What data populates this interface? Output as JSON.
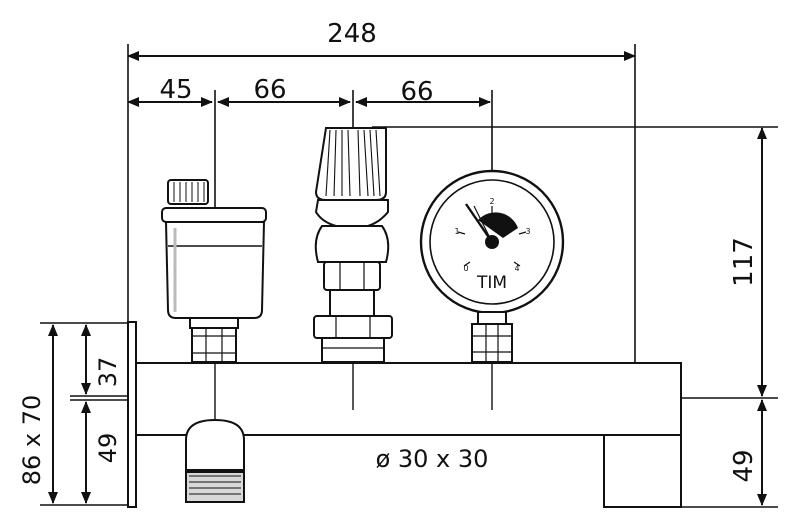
{
  "dimensions": {
    "overall_width": "248",
    "left_spacing": "45",
    "middle_spacing": "66",
    "right_spacing": "66",
    "overall_height": "117",
    "block_height": "49",
    "bracket_size": "86 x 70",
    "bracket_upper": "37",
    "bracket_lower": "49",
    "tube": "ø 30 x 30"
  },
  "gauge": {
    "brand": "TIM",
    "ticks": [
      "0",
      "1",
      "2",
      "3",
      "4"
    ]
  },
  "components": [
    "air-vent",
    "safety-valve",
    "pressure-gauge",
    "manifold-bar",
    "wall-bracket",
    "connector-fitting",
    "support-foot"
  ]
}
